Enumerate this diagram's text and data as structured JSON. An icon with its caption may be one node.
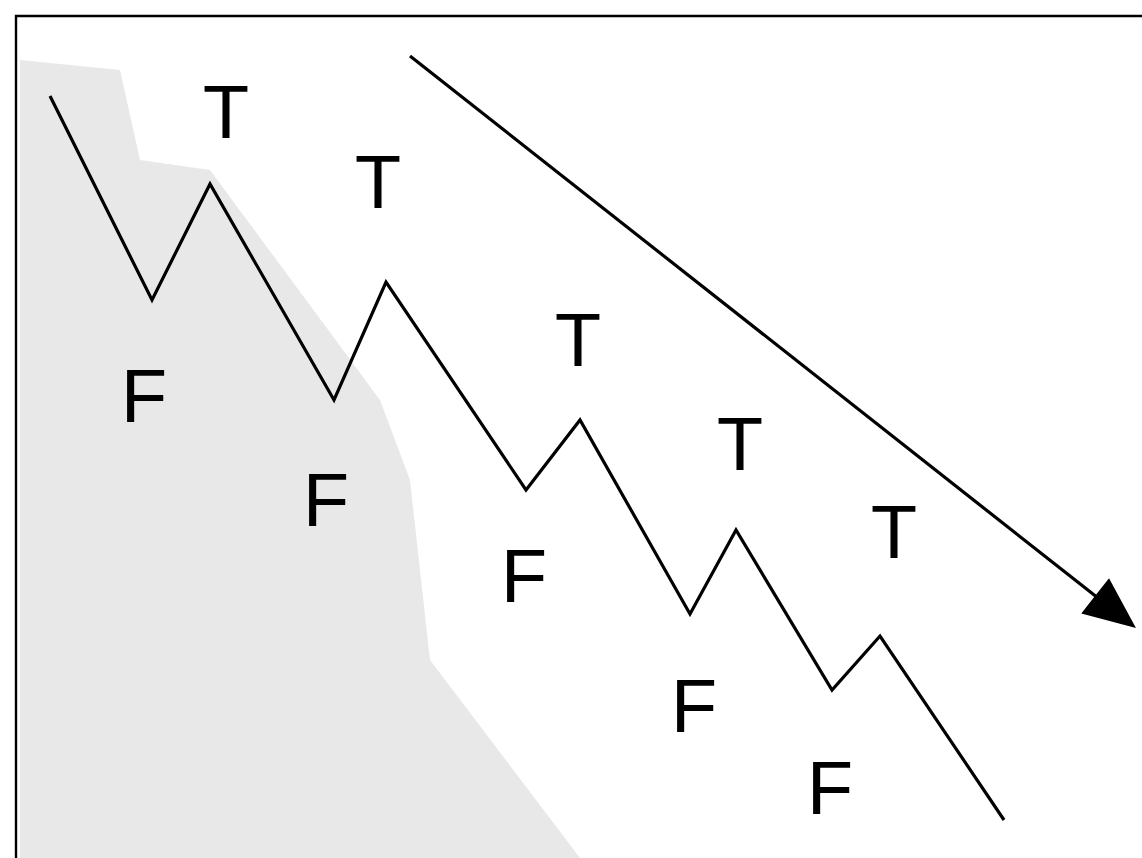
{
  "diagram": {
    "labels": [
      "T",
      "T",
      "F",
      "T",
      "F",
      "T",
      "F",
      "T",
      "F",
      "F"
    ]
  }
}
